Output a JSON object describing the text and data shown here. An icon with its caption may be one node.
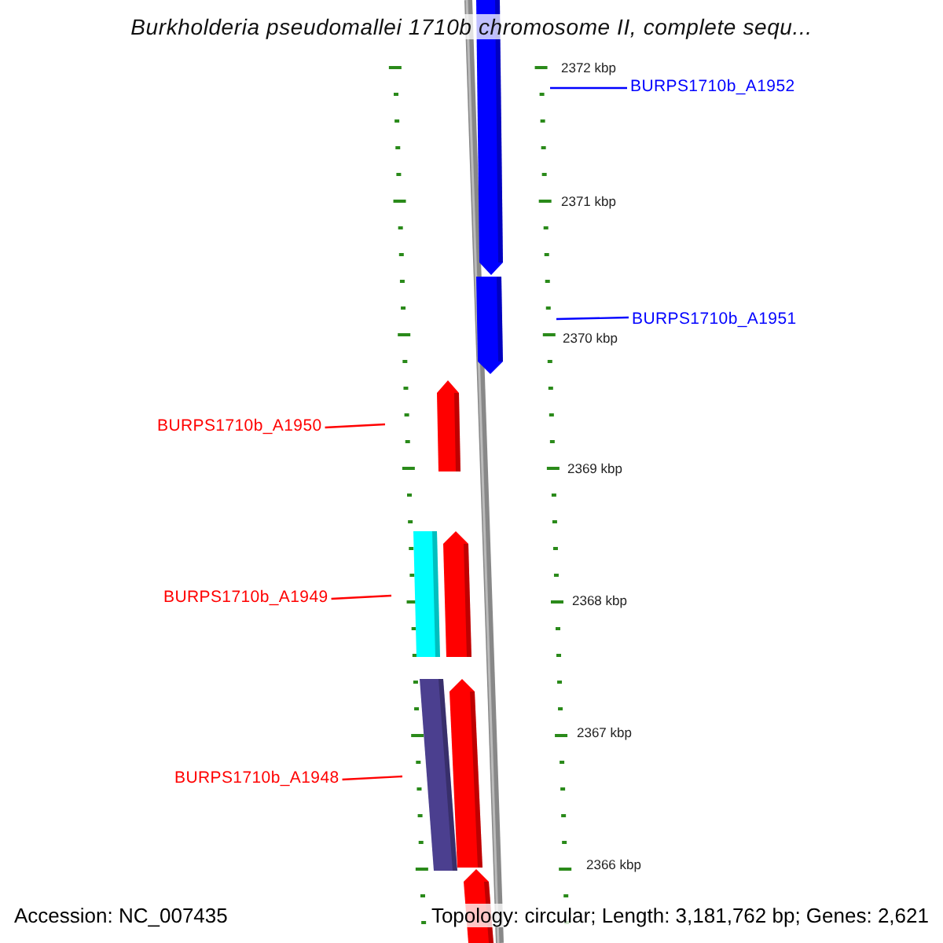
{
  "diagram": {
    "title": "Burkholderia pseudomallei 1710b chromosome II, complete sequ...",
    "nodes": [
      {
        "text": [],
        "shape": "bar"
      },
      {
        "text": [
          "BURPS1710b_A1952"
        ]
      },
      {
        "text": [],
        "shape": "bar"
      },
      {
        "text": [
          "BURPS1710b_A1951"
        ]
      },
      {
        "text": [
          "BURPS1710b_A1950"
        ]
      },
      {
        "text": [],
        "shape": "bar"
      },
      {
        "text": [
          "BURPS1710b_A1949"
        ]
      },
      {
        "text": [],
        "shape": "bar"
      },
      {
        "text": [],
        "shape": "bar"
      },
      {
        "text": [
          "BURPS1710b_A1948"
        ]
      },
      {
        "text": [],
        "shape": "bar"
      },
      {
        "text": [],
        "shape": "bar"
      },
      {
        "text": [],
        "shape": "bar"
      }
    ],
    "edges": [
      {
        "from": 1,
        "to": null,
        "arrow": "none",
        "color": "#0000ff"
      },
      {
        "from": 3,
        "to": null,
        "arrow": "none",
        "color": "#0000ff"
      },
      {
        "from": 4,
        "to": null,
        "arrow": "none"
      },
      {
        "from": 6,
        "to": null,
        "arrow": "none"
      },
      {
        "from": 9,
        "to": null,
        "arrow": "none"
      }
    ],
    "labels": [
      "2372 kbp",
      "2371 kbp",
      "2370 kbp",
      "2369 kbp",
      "2368 kbp",
      "2367 kbp",
      "2366 kbp",
      "Accession: NC_007435",
      "Topology: circular; Length: 3,181,762 bp; Genes: 2,621"
    ]
  }
}
